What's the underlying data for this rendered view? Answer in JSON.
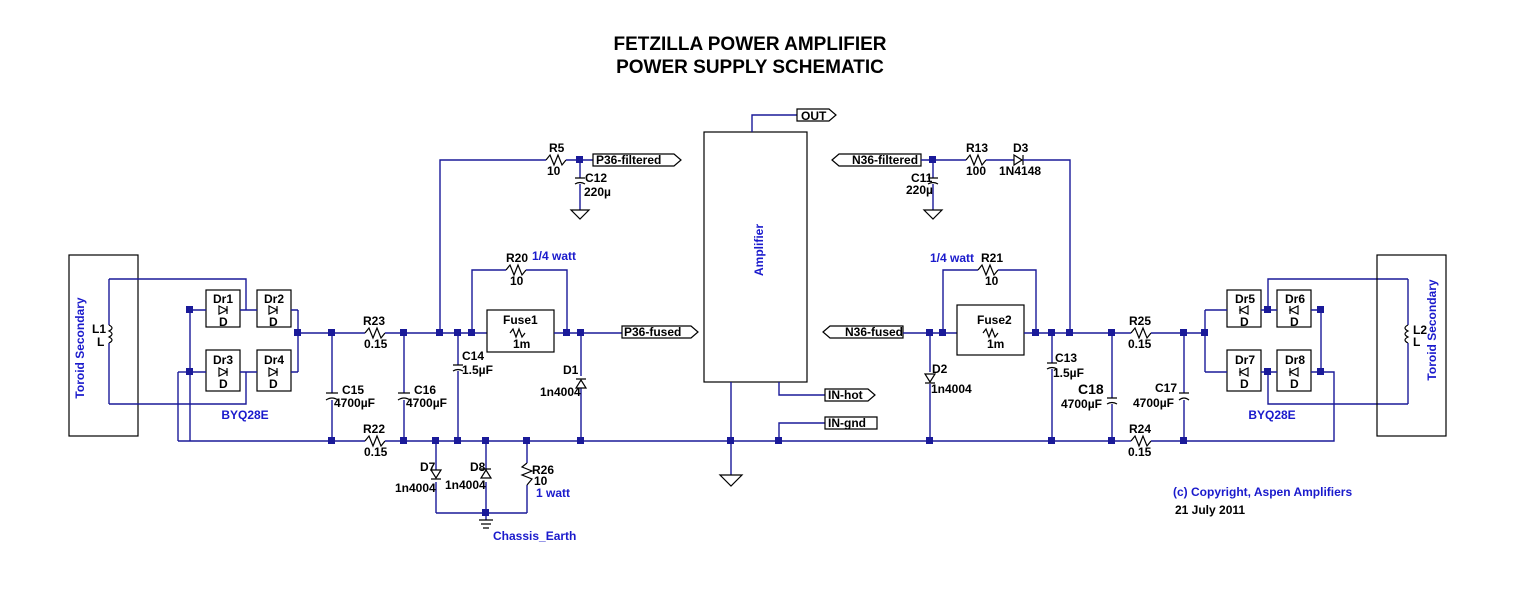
{
  "title": {
    "line1": "FETZILLA POWER AMPLIFIER",
    "line2": "POWER SUPPLY SCHEMATIC"
  },
  "copyright": "(c) Copyright, Aspen Amplifiers",
  "date": "21 July 2011",
  "toroid_left": "Toroid Secondary",
  "toroid_right": "Toroid Secondary",
  "amplifier": "Amplifier",
  "ports": {
    "out": "OUT",
    "p36_filtered": "P36-filtered",
    "n36_filtered": "N36-filtered",
    "p36_fused": "P36-fused",
    "n36_fused": "N36-fused",
    "in_hot": "IN-hot",
    "in_gnd": "IN-gnd",
    "chassis": "Chassis_Earth"
  },
  "bridge_part": "BYQ28E",
  "inductors": {
    "l1": "L1",
    "l1_val": "L",
    "l2": "L2",
    "l2_val": "L"
  },
  "diodes_bridge": {
    "dr1": "Dr1",
    "dr2": "Dr2",
    "dr3": "Dr3",
    "dr4": "Dr4",
    "dr5": "Dr5",
    "dr6": "Dr6",
    "dr7": "Dr7",
    "dr8": "Dr8",
    "d": "D"
  },
  "resistors": {
    "r5": "R5",
    "r5_val": "10",
    "r13": "R13",
    "r13_val": "100",
    "r20": "R20",
    "r20_val": "10",
    "r20_note": "1/4 watt",
    "r21": "R21",
    "r21_val": "10",
    "r21_note": "1/4 watt",
    "r22": "R22",
    "r22_val": "0.15",
    "r23": "R23",
    "r23_val": "0.15",
    "r24": "R24",
    "r24_val": "0.15",
    "r25": "R25",
    "r25_val": "0.15",
    "r26": "R26",
    "r26_val": "10",
    "r26_note": "1 watt"
  },
  "capacitors": {
    "c11": "C11",
    "c11_val": "220µ",
    "c12": "C12",
    "c12_val": "220µ",
    "c13": "C13",
    "c13_val": "1.5µF",
    "c14": "C14",
    "c14_val": "1.5µF",
    "c15": "C15",
    "c15_val": "4700µF",
    "c16": "C16",
    "c16_val": "4700µF",
    "c17": "C17",
    "c17_val": "4700µF",
    "c18": "C18",
    "c18_val": "4700µF"
  },
  "diodes": {
    "d1": "D1",
    "d1_val": "1n4004",
    "d2": "D2",
    "d2_val": "1n4004",
    "d3": "D3",
    "d3_val": "1N4148",
    "d7": "D7",
    "d7_val": "1n4004",
    "d8": "D8",
    "d8_val": "1n4004"
  },
  "fuses": {
    "fuse1": "Fuse1",
    "fuse1_val": "1m",
    "fuse2": "Fuse2",
    "fuse2_val": "1m"
  }
}
